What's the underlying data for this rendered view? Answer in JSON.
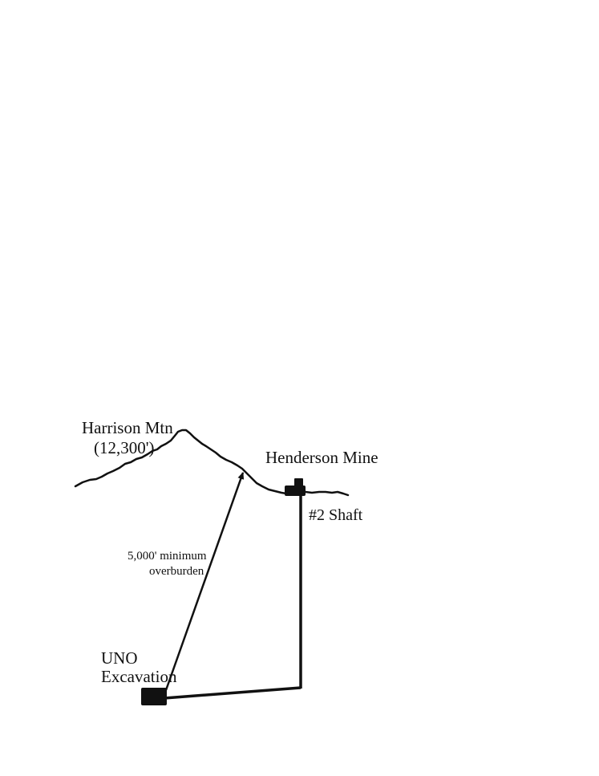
{
  "labels": {
    "mountain_name": "Harrison Mtn",
    "mountain_elevation": "(12,300')",
    "mine_name": "Henderson Mine",
    "shaft": "#2 Shaft",
    "overburden_line1": "5,000' minimum",
    "overburden_line2": "overburden",
    "excavation_line1": "UNO",
    "excavation_line2": "Excavation"
  },
  "colors": {
    "ink": "#111111",
    "background": "#ffffff"
  }
}
